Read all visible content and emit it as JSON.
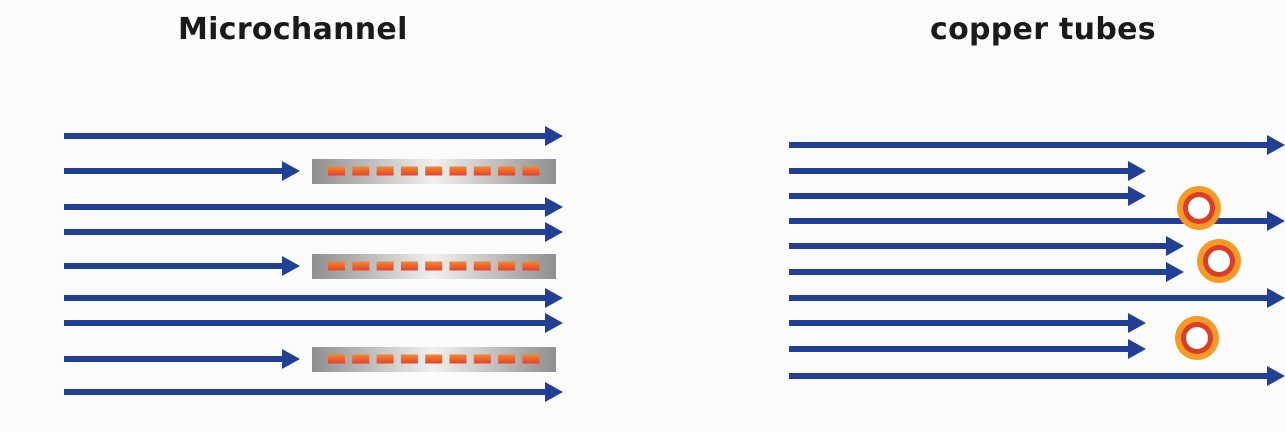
{
  "titles": {
    "left": "Microchannel",
    "right": "copper tubes"
  },
  "colors": {
    "background": "#fbfbfb",
    "arrow": "#213f95",
    "bar_gray_dark": "#8f8f8f",
    "bar_gray_light": "#f0f0f0",
    "dash_orange": "#f08a2c",
    "dash_red": "#e8402c",
    "ring_outer": "#f59a23",
    "ring_inner": "#dc3d27",
    "ring_center": "#ffffff"
  },
  "icons": {
    "flow_arrow": "right-arrow-icon",
    "microchannel_bar": "microchannel-bar-icon",
    "copper_tube": "copper-tube-ring-icon"
  },
  "microchannel": {
    "flow_lines": 9,
    "channel_bars": 3,
    "ports_per_bar": 9
  },
  "copper": {
    "flow_lines": 10,
    "tubes": 3
  }
}
